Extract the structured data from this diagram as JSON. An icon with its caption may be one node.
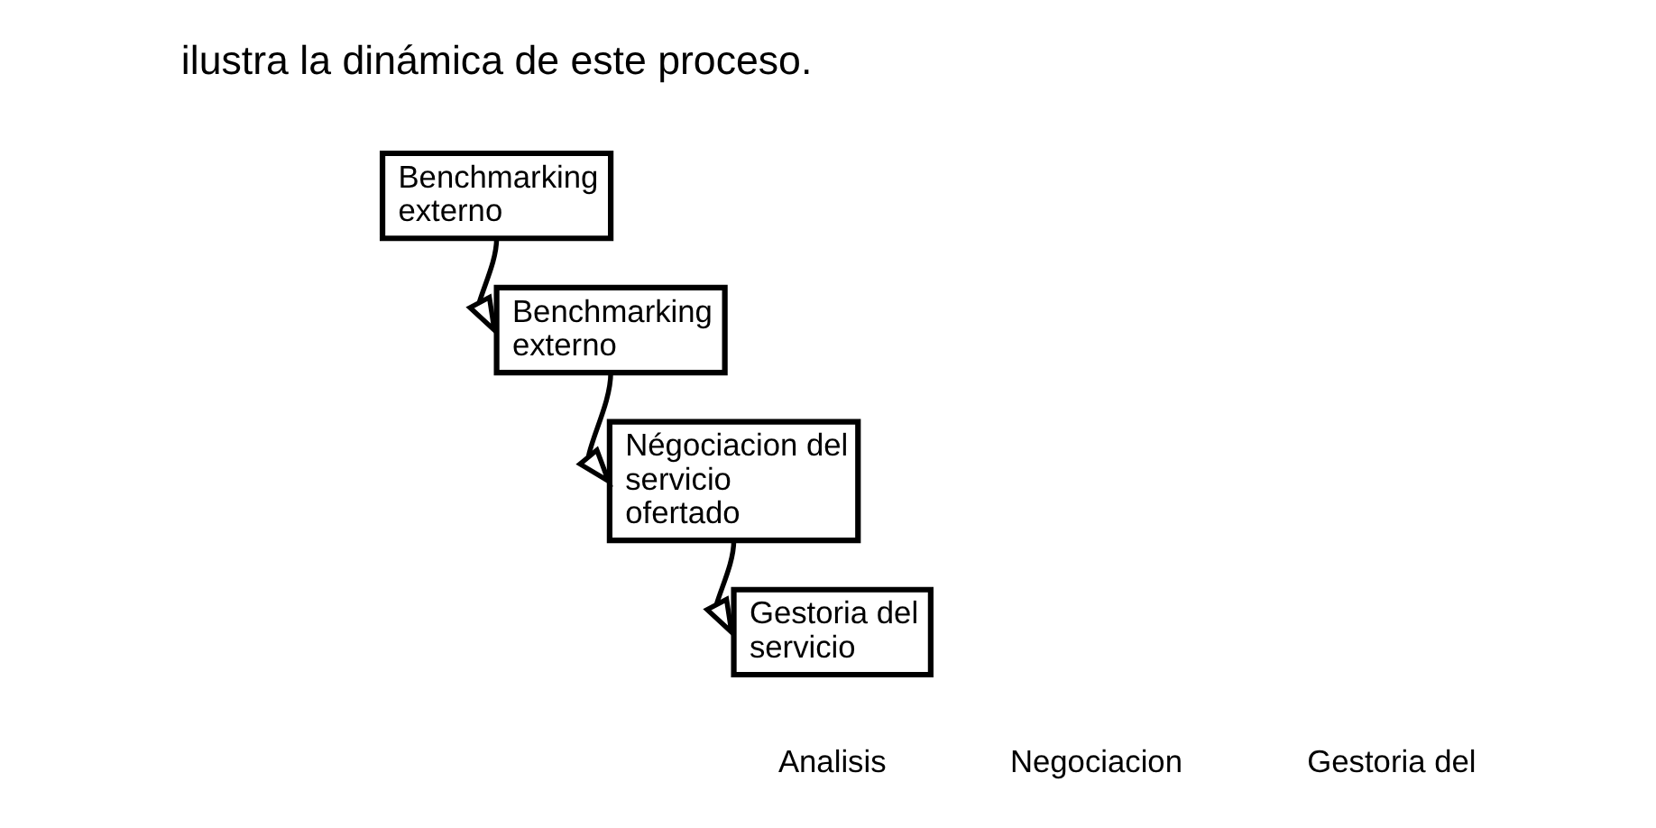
{
  "diagram": {
    "nodes": [
      {
        "text": [
          "Benchmarking externo"
        ]
      },
      {
        "text": [
          "Benchmarking externo"
        ]
      },
      {
        "text": [
          "Négociacion del servicio ofertado"
        ]
      },
      {
        "text": [
          "Gestoria del servicio"
        ]
      }
    ],
    "edges": [
      {
        "from": 0,
        "to": 1,
        "arrow": "to"
      },
      {
        "from": 1,
        "to": 2,
        "arrow": "to"
      },
      {
        "from": 2,
        "to": 3,
        "arrow": "to"
      }
    ],
    "labels": [
      "ilustra la dinámica de este proceso.",
      "Analisis",
      "Negociacion",
      "Gestoria del"
    ]
  }
}
